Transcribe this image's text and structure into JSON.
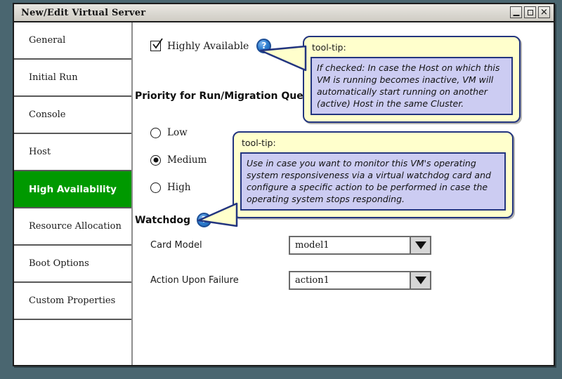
{
  "window": {
    "title": "New/Edit Virtual Server",
    "controls": [
      {
        "name": "minimize",
        "glyph": "_"
      },
      {
        "name": "maximize",
        "glyph": "□"
      },
      {
        "name": "close",
        "glyph": "✕"
      }
    ]
  },
  "sidebar": {
    "items": [
      {
        "label": "General",
        "selected": false
      },
      {
        "label": "Initial Run",
        "selected": false
      },
      {
        "label": "Console",
        "selected": false
      },
      {
        "label": "Host",
        "selected": false
      },
      {
        "label": "High Availability",
        "selected": true
      },
      {
        "label": "Resource Allocation",
        "selected": false
      },
      {
        "label": "Boot Options",
        "selected": false
      },
      {
        "label": "Custom Properties",
        "selected": false
      }
    ],
    "selected_color": "#009900"
  },
  "main": {
    "highly_available": {
      "label": "Highly Available",
      "checked": true,
      "help_glyph": "?"
    },
    "priority_heading": "Priority for Run/Migration Queue",
    "priority_options": [
      {
        "label": "Low",
        "selected": false
      },
      {
        "label": "Medium",
        "selected": true
      },
      {
        "label": "High",
        "selected": false
      }
    ],
    "watchdog": {
      "heading": "Watchdog",
      "help_glyph": "?",
      "fields": [
        {
          "label": "Card Model",
          "value": "model1"
        },
        {
          "label": "Action Upon Failure",
          "value": "action1"
        }
      ]
    }
  },
  "tooltips": {
    "highly_available": {
      "title": "tool-tip:",
      "text": "If checked: In case the Host on which this VM is running becomes inactive, VM will automatically start running on another (active) Host in the same Cluster."
    },
    "watchdog": {
      "title": "tool-tip:",
      "text": "Use in case you want to monitor this VM's operating system responsiveness via a virtual watchdog card and configure a specific action to be performed in case the operating system stops responding."
    }
  },
  "colors": {
    "desktop": "#4a6670",
    "accent_green": "#009900",
    "tooltip_bg": "#ffffcc",
    "tooltip_body_bg": "#ccccf2",
    "tooltip_border": "#23357f",
    "help_blue": "#2f7fd0"
  }
}
